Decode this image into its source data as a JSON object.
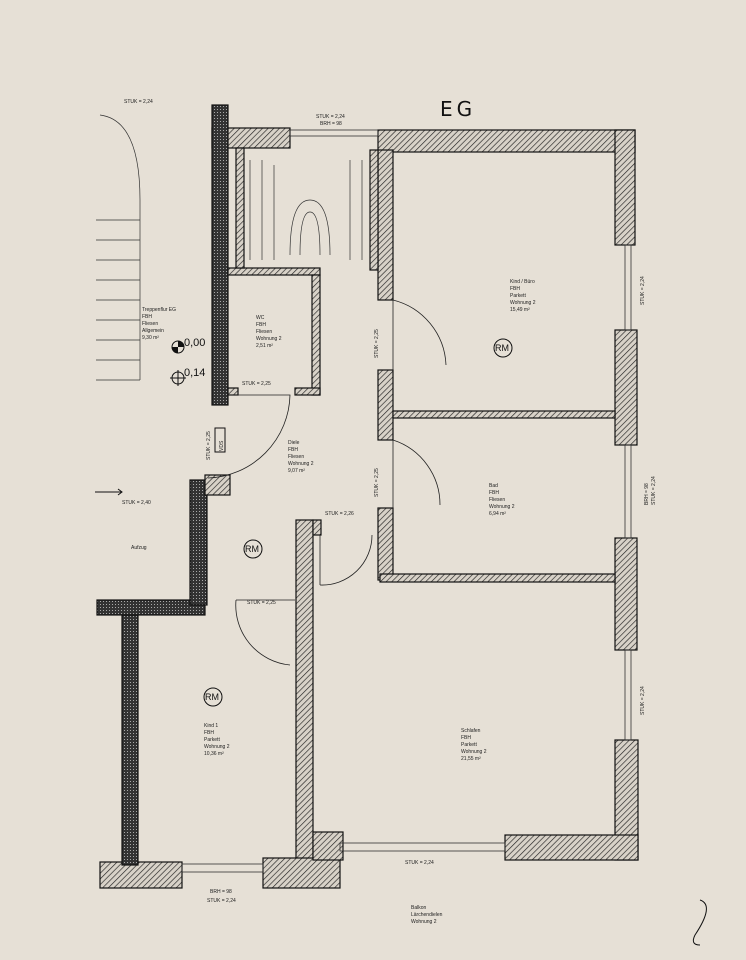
{
  "title": "EG",
  "rooms": [
    {
      "name": "Treppenflur EG",
      "heating": "FBH",
      "floor": "Fliesen",
      "unit": "Allgemein",
      "area": "9,30 m²"
    },
    {
      "name": "WC",
      "heating": "FBH",
      "floor": "Fliesen",
      "unit": "Wohnung 2",
      "area": "2,51 m²"
    },
    {
      "name": "Diele",
      "heating": "FBH",
      "floor": "Fliesen",
      "unit": "Wohnung 2",
      "area": "9,07 m²"
    },
    {
      "name": "Kind / Büro",
      "heating": "FBH",
      "floor": "Parkett",
      "unit": "Wohnung 2",
      "area": "15,49 m²"
    },
    {
      "name": "Bad",
      "heating": "FBH",
      "floor": "Fliesen",
      "unit": "Wohnung 2",
      "area": "6,94 m²"
    },
    {
      "name": "Kind 1",
      "heating": "FBH",
      "floor": "Parkett",
      "unit": "Wohnung 2",
      "area": "10,36 m²"
    },
    {
      "name": "Schlafen",
      "heating": "FBH",
      "floor": "Parkett",
      "unit": "Wohnung 2",
      "area": "21,55 m²"
    }
  ],
  "balcony": {
    "name": "Balkon",
    "floor": "Lärchendielen",
    "unit": "Wohnung 2"
  },
  "elevator": "Aufzug",
  "levels": {
    "zero": "0,00",
    "raised": "0,14"
  },
  "vds": "VDS",
  "rm": "RM",
  "dims": {
    "stuk224": "STUK = 2,24",
    "stuk225": "STUK = 2,25",
    "stuk226": "STUK = 2,26",
    "stuk240": "STUK = 2,40",
    "brh98": "BRH = 98"
  }
}
